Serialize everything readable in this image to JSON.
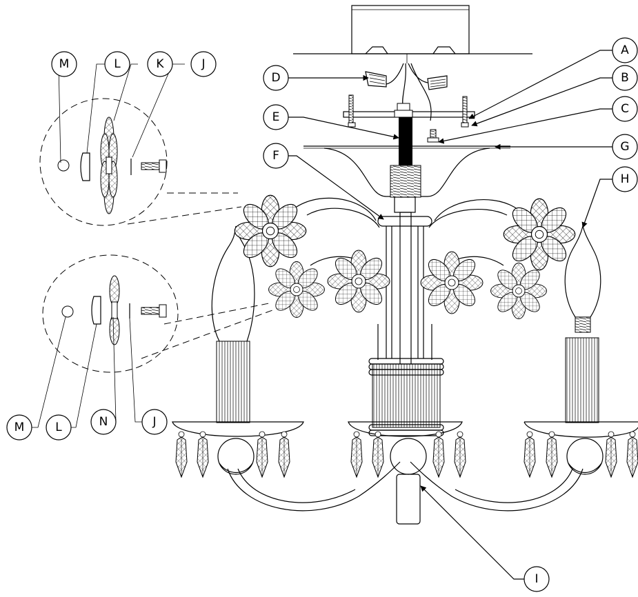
{
  "callouts": [
    {
      "id": "A",
      "label": "A"
    },
    {
      "id": "B",
      "label": "B"
    },
    {
      "id": "C",
      "label": "C"
    },
    {
      "id": "D",
      "label": "D"
    },
    {
      "id": "E",
      "label": "E"
    },
    {
      "id": "F",
      "label": "F"
    },
    {
      "id": "G",
      "label": "G"
    },
    {
      "id": "H",
      "label": "H"
    },
    {
      "id": "I",
      "label": "I"
    },
    {
      "id": "M1",
      "label": "M"
    },
    {
      "id": "L1",
      "label": "L"
    },
    {
      "id": "K",
      "label": "K"
    },
    {
      "id": "J1",
      "label": "J"
    },
    {
      "id": "M2",
      "label": "M"
    },
    {
      "id": "L2",
      "label": "L"
    },
    {
      "id": "N",
      "label": "N"
    },
    {
      "id": "J2",
      "label": "J"
    }
  ],
  "colors": {
    "line": "#000000",
    "background": "#ffffff"
  }
}
